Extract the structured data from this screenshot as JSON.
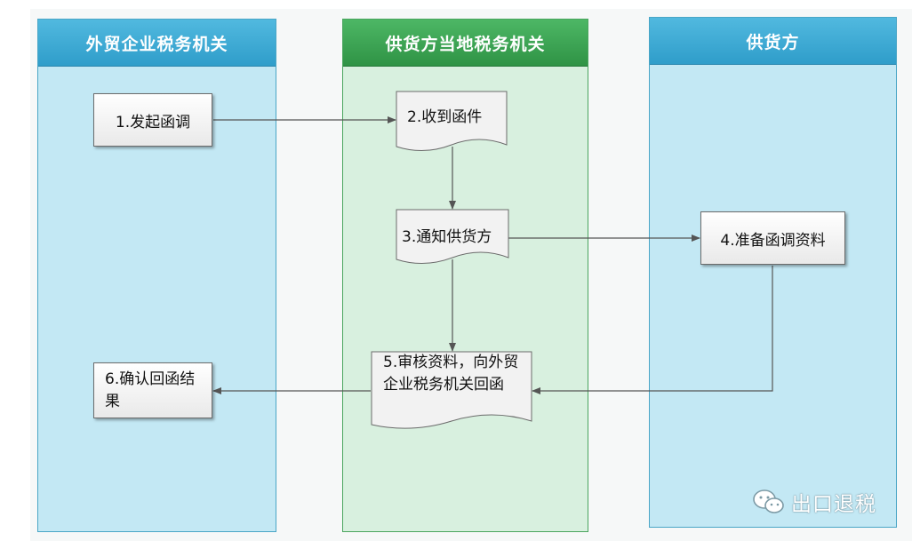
{
  "lanes": {
    "lane1": {
      "title": "外贸企业税务机关"
    },
    "lane2": {
      "title": "供货方当地税务机关"
    },
    "lane3": {
      "title": "供货方"
    }
  },
  "nodes": {
    "n1": {
      "label": "1.发起函调",
      "shape": "process"
    },
    "n2": {
      "label": "2.收到函件",
      "shape": "document"
    },
    "n3": {
      "label": "3.通知供货方",
      "shape": "document"
    },
    "n4": {
      "label": "4.准备函调资料",
      "shape": "process"
    },
    "n5": {
      "label": "5.审核资料，向外贸企业税务机关回函",
      "shape": "document"
    },
    "n6": {
      "label": "6.确认回函结果",
      "shape": "process"
    }
  },
  "edges": [
    {
      "from": "n1",
      "to": "n2"
    },
    {
      "from": "n2",
      "to": "n3"
    },
    {
      "from": "n3",
      "to": "n4"
    },
    {
      "from": "n3",
      "to": "n5"
    },
    {
      "from": "n4",
      "to": "n5"
    },
    {
      "from": "n5",
      "to": "n6"
    }
  ],
  "brand": {
    "text": "出口退税",
    "icon": "wechat-icon"
  },
  "colors": {
    "lane_blue": "#c3e8f4",
    "lane_blue_header": "#2f9dca",
    "lane_green": "#d8f0df",
    "lane_green_header": "#2f9345",
    "arrow": "#555555"
  }
}
